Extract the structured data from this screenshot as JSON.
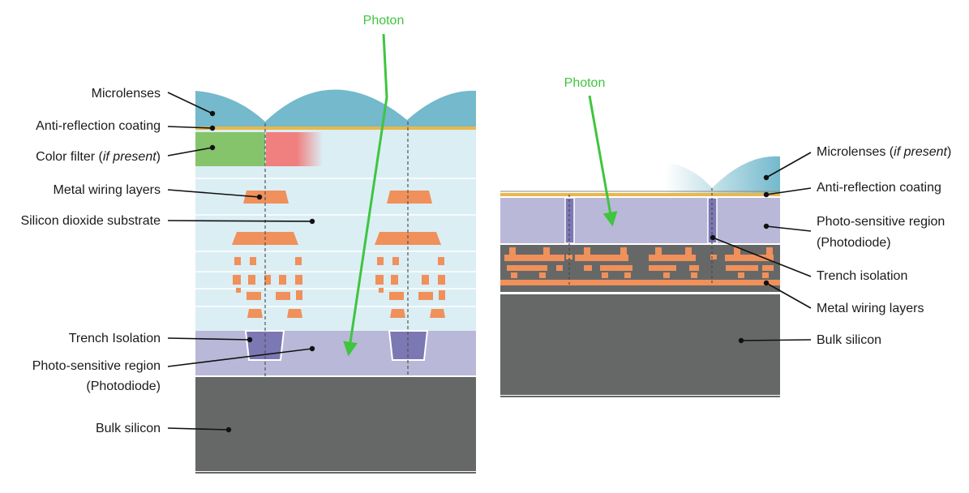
{
  "left_diagram": {
    "photon_label": "Photon",
    "labels": {
      "microlenses": "Microlenses",
      "anti_reflection": "Anti-reflection coating",
      "color_filter_main": "Color filter (",
      "color_filter_italic": "if present",
      "color_filter_close": ")",
      "metal_wiring": "Metal wiring layers",
      "silicon_dioxide": "Silicon dioxide substrate",
      "trench_isolation": "Trench Isolation",
      "photo_sensitive_line1": "Photo-sensitive region",
      "photo_sensitive_line2": "(Photodiode)",
      "bulk_silicon": "Bulk silicon"
    }
  },
  "right_diagram": {
    "photon_label": "Photon",
    "labels": {
      "microlenses_main": "Microlenses (",
      "microlenses_italic": "if present",
      "microlenses_close": ")",
      "anti_reflection": "Anti-reflection coating",
      "photo_sensitive_line1": "Photo-sensitive region",
      "photo_sensitive_line2": "(Photodiode)",
      "trench_isolation": "Trench isolation",
      "metal_wiring": "Metal wiring layers",
      "bulk_silicon": "Bulk silicon"
    }
  },
  "colors": {
    "microlens": "#74b9cc",
    "anti_reflection": "#e8b84a",
    "oxide": "#dbeef4",
    "green_filter": "#86c46b",
    "red_filter": "#f08080",
    "metal": "#f0905a",
    "photodiode": "#b9b8d8",
    "trench": "#7c78b4",
    "bulk": "#666868",
    "photon": "#3fc53f"
  }
}
